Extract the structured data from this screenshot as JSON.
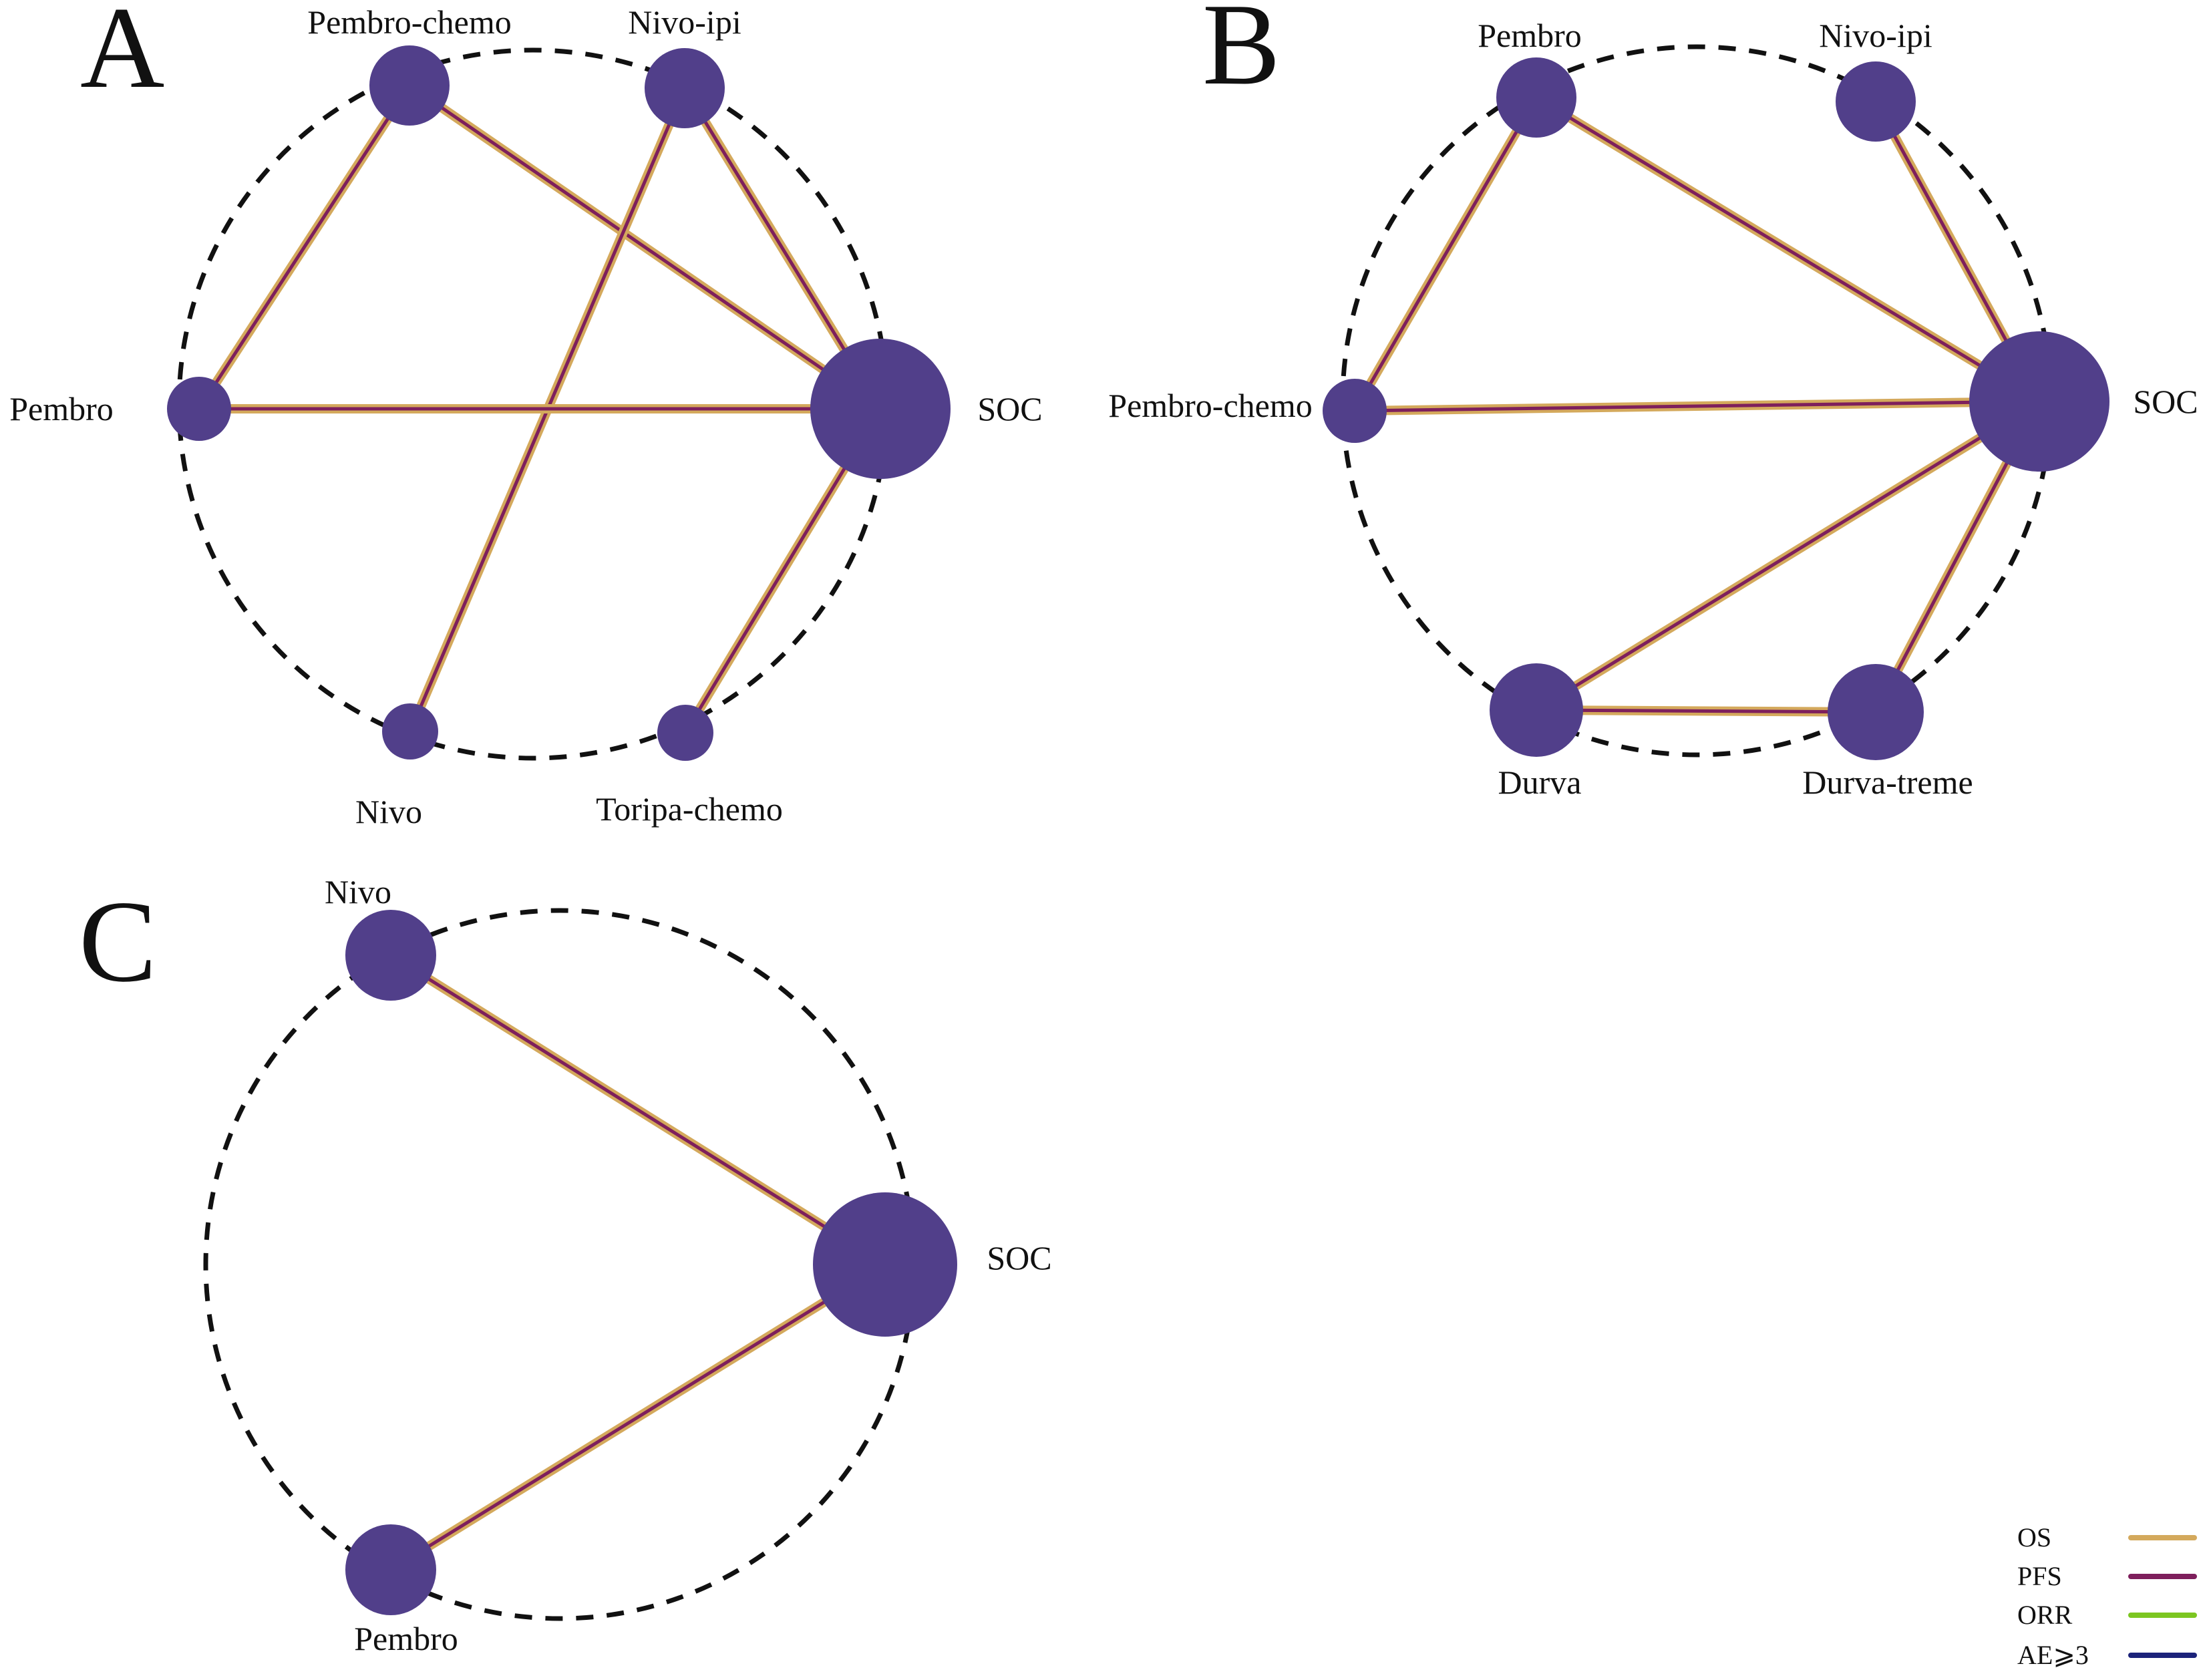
{
  "colors": {
    "node": "#513F8A",
    "OS": "#D4A95C",
    "PFS": "#7E1F5C",
    "ORR": "#7CC621",
    "AE3": "#1C237A"
  },
  "panels": [
    {
      "label": "A",
      "nodes": [
        {
          "id": "pembro_chemo",
          "label": "Pembro-chemo"
        },
        {
          "id": "nivo_ipi",
          "label": "Nivo-ipi"
        },
        {
          "id": "pembro",
          "label": "Pembro"
        },
        {
          "id": "soc",
          "label": "SOC"
        },
        {
          "id": "nivo",
          "label": "Nivo"
        },
        {
          "id": "toripa_chemo",
          "label": "Toripa-chemo"
        }
      ],
      "edges": [
        {
          "from": "pembro_chemo",
          "to": "pembro",
          "outcomes": [
            "OS",
            "PFS"
          ]
        },
        {
          "from": "pembro_chemo",
          "to": "soc",
          "outcomes": [
            "OS",
            "PFS"
          ]
        },
        {
          "from": "nivo_ipi",
          "to": "soc",
          "outcomes": [
            "OS",
            "PFS"
          ]
        },
        {
          "from": "nivo_ipi",
          "to": "nivo",
          "outcomes": [
            "OS",
            "PFS"
          ]
        },
        {
          "from": "pembro",
          "to": "soc",
          "outcomes": [
            "OS",
            "PFS"
          ]
        },
        {
          "from": "soc",
          "to": "toripa_chemo",
          "outcomes": [
            "OS",
            "PFS"
          ]
        }
      ]
    },
    {
      "label": "B",
      "nodes": [
        {
          "id": "pembro",
          "label": "Pembro"
        },
        {
          "id": "nivo_ipi",
          "label": "Nivo-ipi"
        },
        {
          "id": "pembro_chemo",
          "label": "Pembro-chemo"
        },
        {
          "id": "soc",
          "label": "SOC"
        },
        {
          "id": "durva",
          "label": "Durva"
        },
        {
          "id": "durva_treme",
          "label": "Durva-treme"
        }
      ],
      "edges": [
        {
          "from": "pembro",
          "to": "pembro_chemo",
          "outcomes": [
            "OS",
            "PFS"
          ]
        },
        {
          "from": "pembro",
          "to": "soc",
          "outcomes": [
            "OS",
            "PFS"
          ]
        },
        {
          "from": "nivo_ipi",
          "to": "soc",
          "outcomes": [
            "OS",
            "PFS"
          ]
        },
        {
          "from": "pembro_chemo",
          "to": "soc",
          "outcomes": [
            "OS",
            "PFS"
          ]
        },
        {
          "from": "soc",
          "to": "durva",
          "outcomes": [
            "OS",
            "PFS"
          ]
        },
        {
          "from": "soc",
          "to": "durva_treme",
          "outcomes": [
            "OS",
            "PFS"
          ]
        },
        {
          "from": "durva",
          "to": "durva_treme",
          "outcomes": [
            "OS",
            "PFS"
          ]
        }
      ]
    },
    {
      "label": "C",
      "nodes": [
        {
          "id": "nivo",
          "label": "Nivo"
        },
        {
          "id": "soc",
          "label": "SOC"
        },
        {
          "id": "pembro",
          "label": "Pembro"
        }
      ],
      "edges": [
        {
          "from": "nivo",
          "to": "soc",
          "outcomes": [
            "OS",
            "PFS"
          ]
        },
        {
          "from": "soc",
          "to": "pembro",
          "outcomes": [
            "OS",
            "PFS"
          ]
        }
      ]
    }
  ],
  "legend": [
    {
      "key": "OS",
      "label": "OS"
    },
    {
      "key": "PFS",
      "label": "PFS"
    },
    {
      "key": "ORR",
      "label": "ORR"
    },
    {
      "key": "AE3",
      "label": "AE⩾3"
    }
  ]
}
